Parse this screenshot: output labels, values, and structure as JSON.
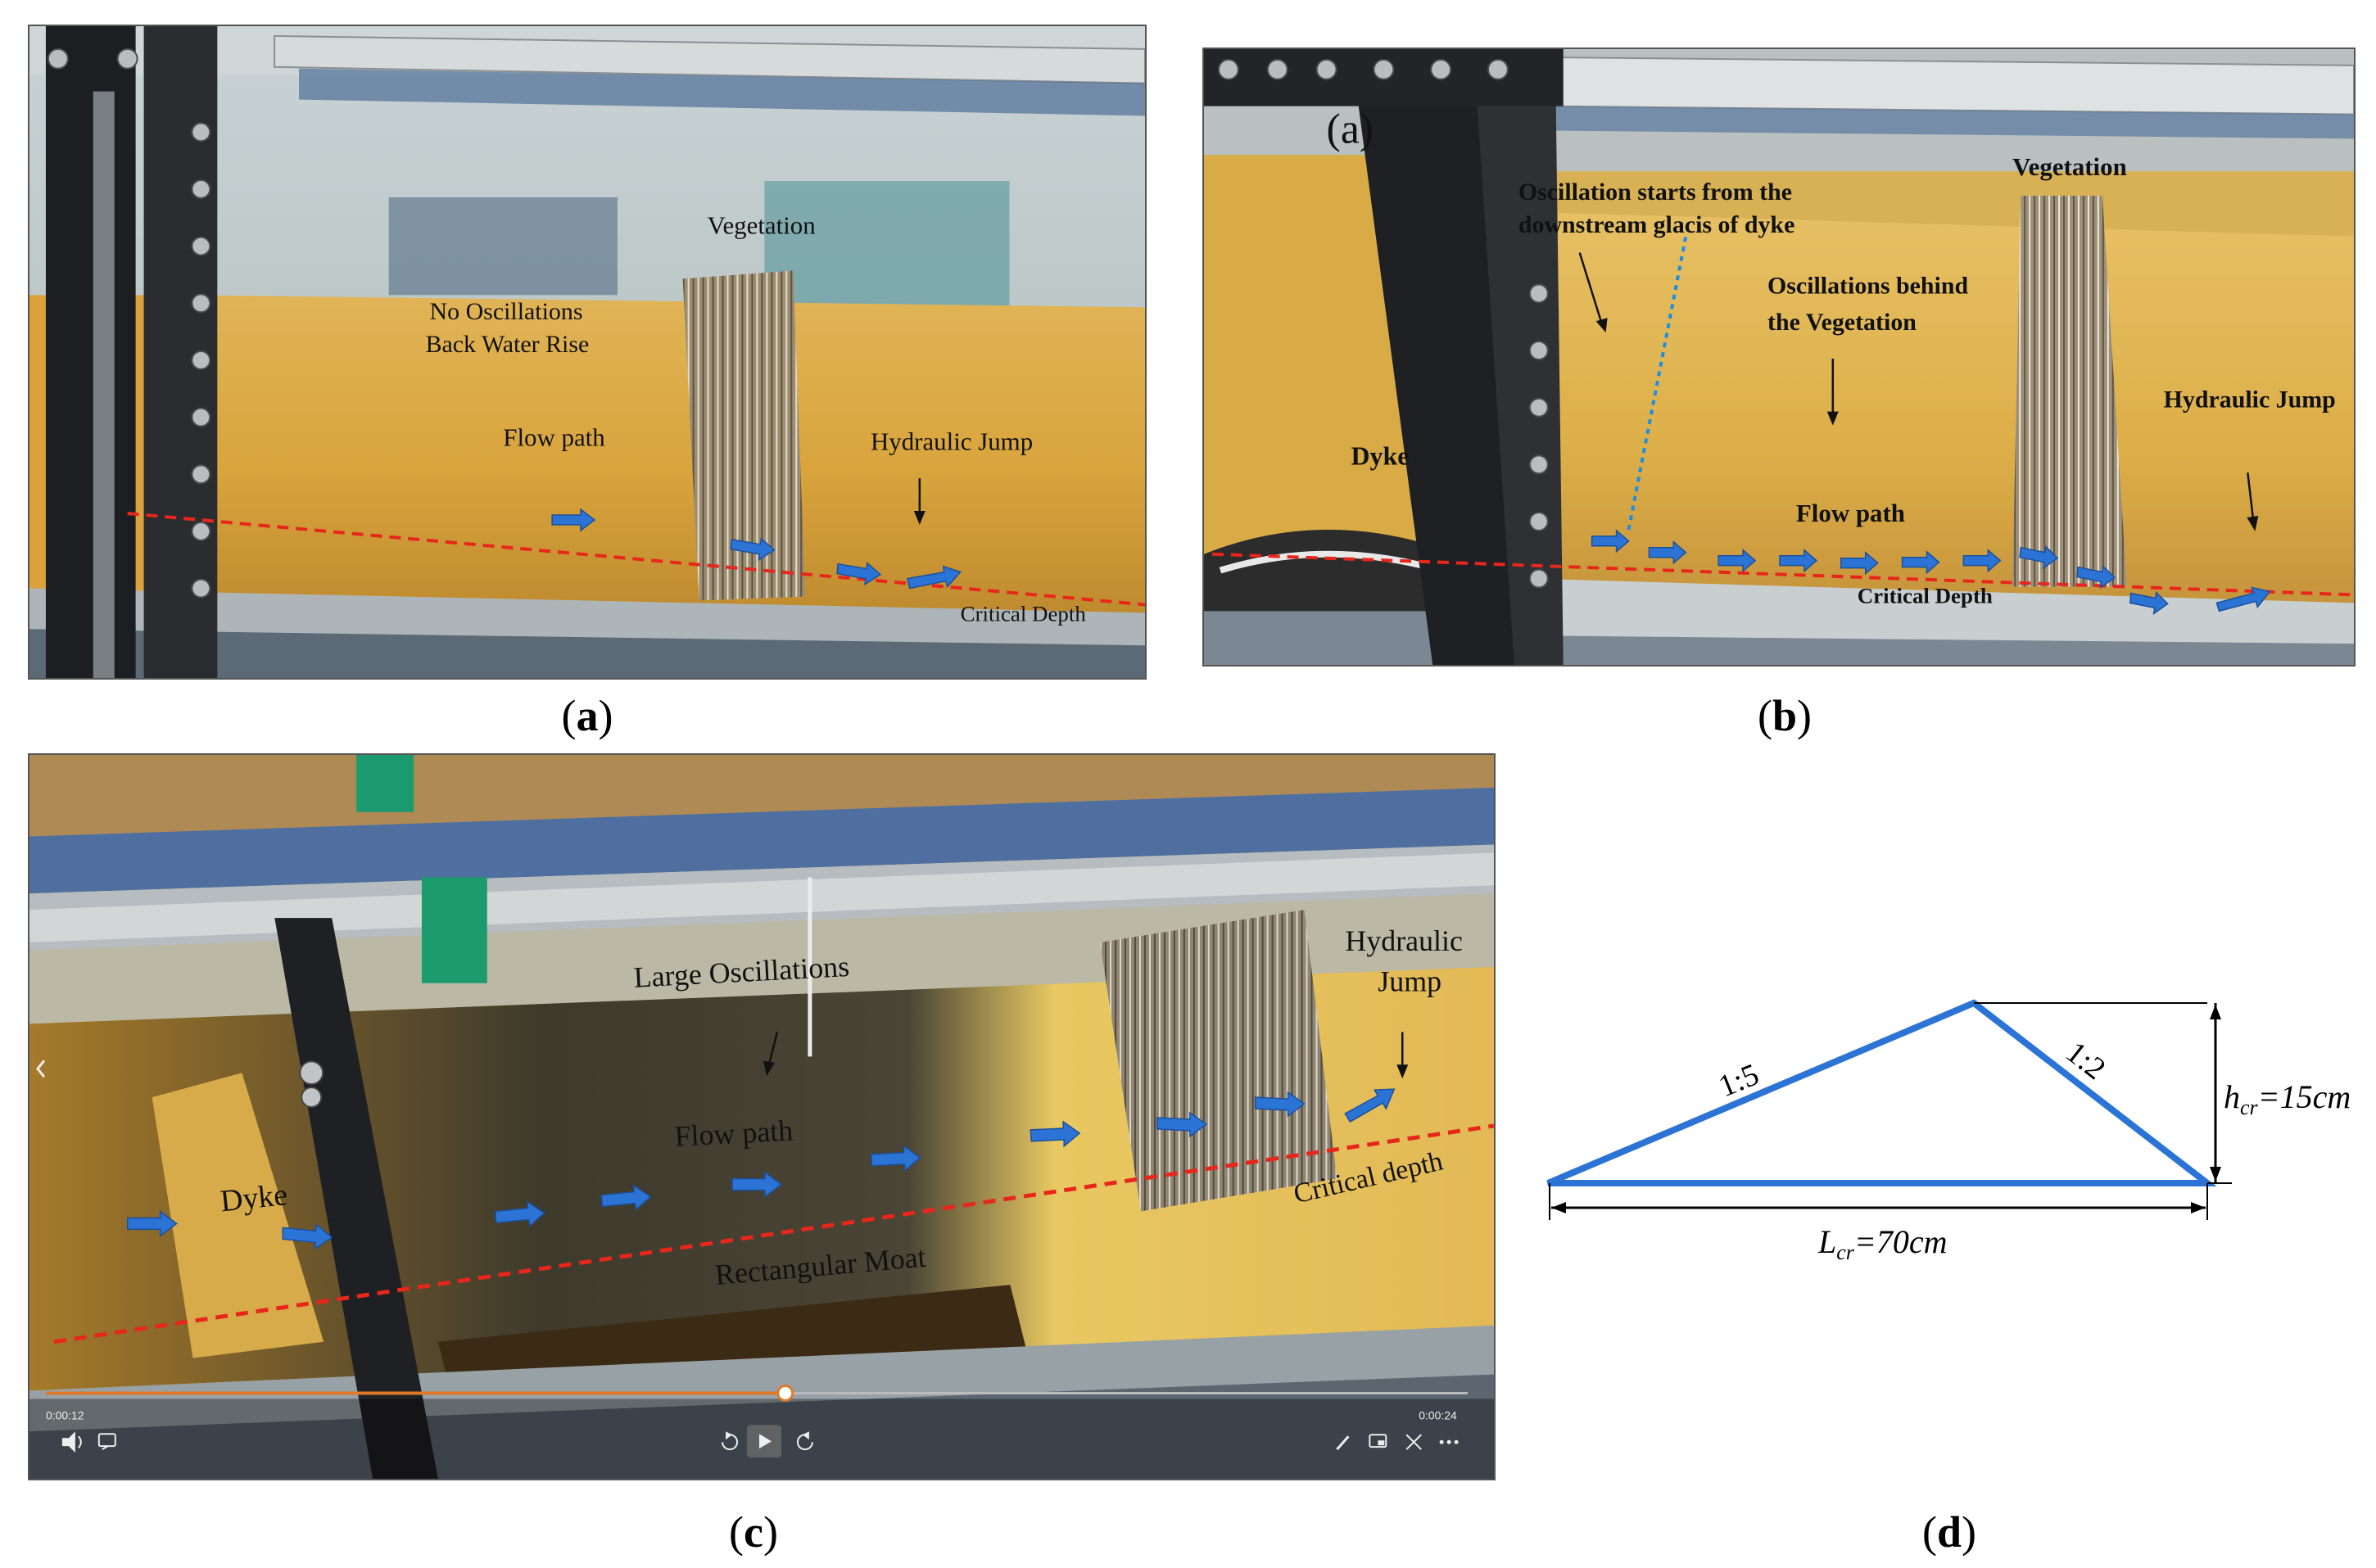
{
  "panel_a": {
    "caption_open": "(",
    "caption_letter": "a",
    "caption_close": ")",
    "vegetation": "Vegetation",
    "no_oscillations": "No Oscillations",
    "back_water_rise": "Back Water Rise",
    "flow_path": "Flow path",
    "hydraulic_jump": "Hydraulic Jump",
    "critical_depth": "Critical Depth"
  },
  "panel_b": {
    "caption_open": "(",
    "caption_letter": "b",
    "caption_close": ")",
    "inner_label": "(a)",
    "oscillation_starts_1": "Oscillation starts from the",
    "oscillation_starts_2": "downstream glacis of dyke",
    "vegetation": "Vegetation",
    "oscillations_behind_1": "Oscillations behind",
    "oscillations_behind_2": "the Vegetation",
    "dyke": "Dyke",
    "flow_path": "Flow path",
    "hydraulic_jump": "Hydraulic Jump",
    "critical_depth": "Critical Depth"
  },
  "panel_c": {
    "caption_open": "(",
    "caption_letter": "c",
    "caption_close": ")",
    "large_oscillations": "Large Oscillations",
    "hydraulic": "Hydraulic",
    "jump": "Jump",
    "flow_path": "Flow path",
    "dyke": "Dyke",
    "critical_depth": "Critical depth",
    "rectangular_moat": "Rectangular Moat",
    "time_elapsed": "0:00:12",
    "time_total": "0:00:24",
    "progress": 0.52
  },
  "panel_d": {
    "caption_open": "(",
    "caption_letter": "d",
    "caption_close": ")",
    "slope_left": "1:5",
    "slope_right": "1:2",
    "height_prefix": "h",
    "height_sub": "cr",
    "height_value": "=15cm",
    "length_prefix": "L",
    "length_sub": "cr",
    "length_value": "=70cm"
  },
  "colors": {
    "arrow_blue": "#2b74d6",
    "critical_red": "#e8261c",
    "dyke_blue": "#2b74d6",
    "water_yellow": "#d8a23a"
  }
}
